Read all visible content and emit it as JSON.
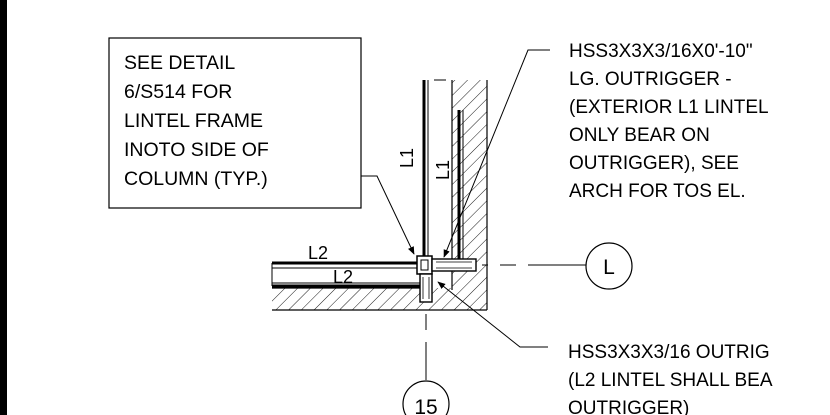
{
  "detail_note": {
    "lines": [
      "SEE DETAIL",
      "6/S514 FOR",
      "LINTEL FRAME",
      "INOTO SIDE OF",
      "COLUMN (TYP.)"
    ]
  },
  "outrigger_note_top": {
    "lines": [
      "HSS3X3X3/16X0'-10\"",
      "LG. OUTRIGGER -",
      "(EXTERIOR L1 LINTEL",
      "ONLY BEAR ON",
      "OUTRIGGER), SEE",
      "ARCH FOR TOS EL."
    ]
  },
  "outrigger_note_bottom": {
    "lines": [
      "HSS3X3X3/16 OUTRIG",
      "(L2 LINTEL SHALL BEA",
      "OUTRIGGER)"
    ]
  },
  "member_tags": {
    "l1_inner": "L1",
    "l1_outer": "L1",
    "l2_upper": "L2",
    "l2_lower": "L2"
  },
  "grid_bubbles": {
    "row": "L",
    "column": "15"
  }
}
